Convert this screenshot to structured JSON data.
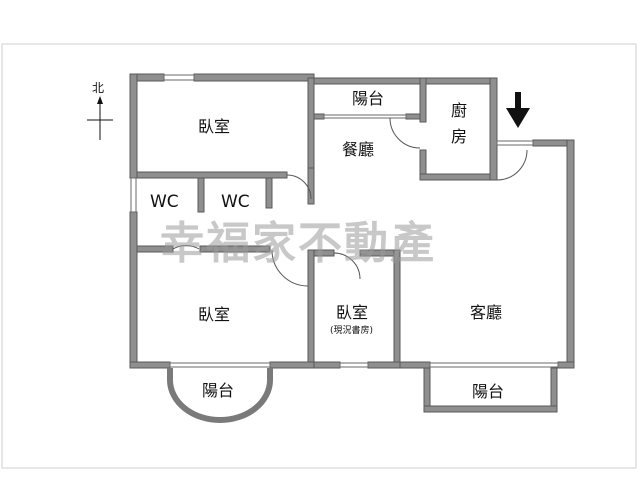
{
  "rooms": {
    "bedroom_top_left": "臥室",
    "balcony_top": "陽台",
    "dining": "餐廳",
    "kitchen": "廚房",
    "wc_left": "WC",
    "wc_right": "WC",
    "bedroom_bottom_left": "臥室",
    "bedroom_middle": "臥室",
    "bedroom_middle_note": "(現況書房)",
    "living": "客廳",
    "balcony_bottom_left": "陽台",
    "balcony_bottom_right": "陽台"
  },
  "compass": {
    "label": "北"
  },
  "watermark": "幸福家不動產",
  "colors": {
    "wall": "#8f8f8f",
    "watermark": "#9a9a9a"
  }
}
